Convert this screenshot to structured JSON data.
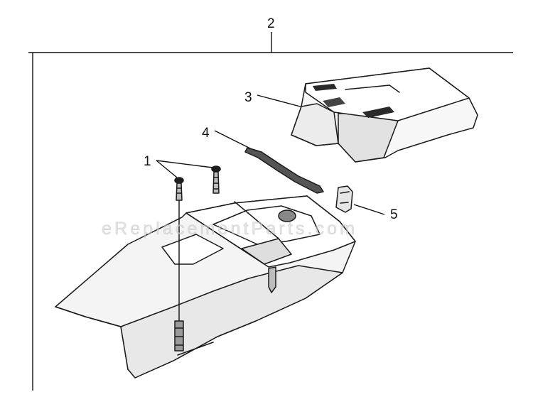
{
  "diagram": {
    "callouts": {
      "c1": "1",
      "c2": "2",
      "c3": "3",
      "c4": "4",
      "c5": "5"
    },
    "watermark": "eReplacementParts.com"
  }
}
